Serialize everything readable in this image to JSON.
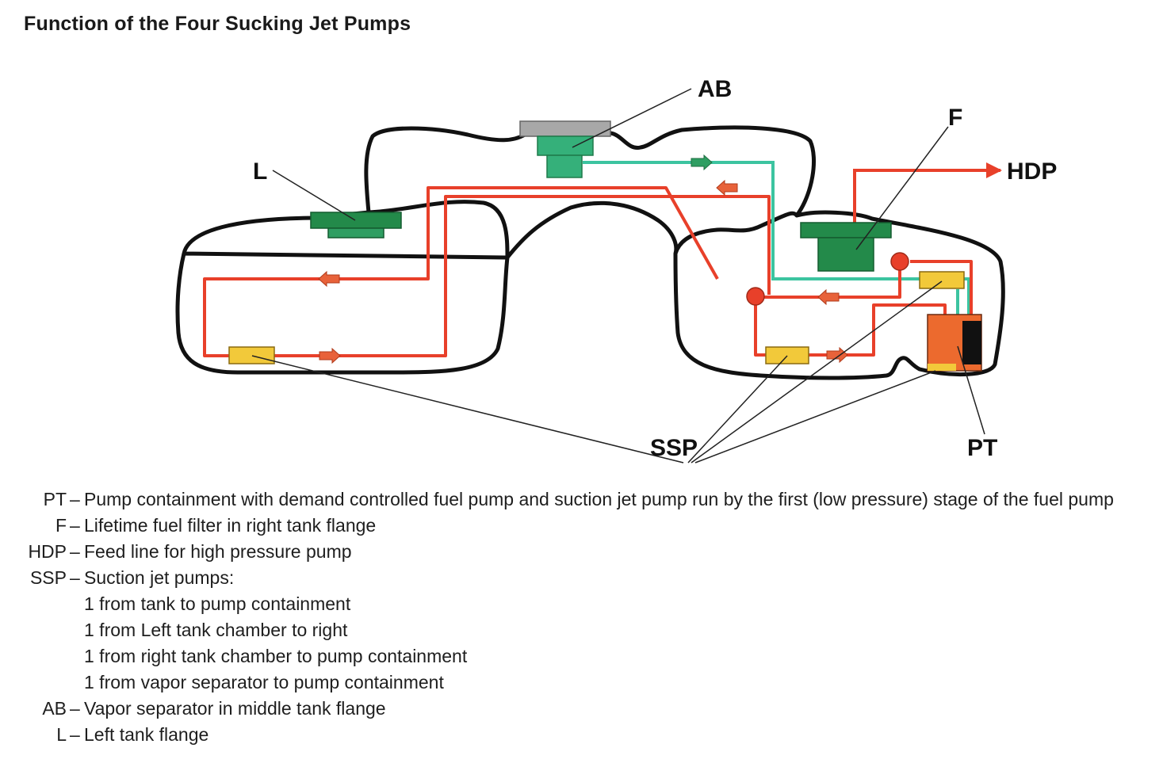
{
  "title": "Function of the Four Sucking Jet Pumps",
  "callouts": {
    "ab": "AB",
    "f": "F",
    "l": "L",
    "hdp": "HDP",
    "ssp": "SSP",
    "pt": "PT"
  },
  "colors": {
    "outline": "#111111",
    "fuel_line": "#e8402a",
    "vapor_line": "#3cc4a0",
    "flange_dark": "#238a4a",
    "flange_mid": "#2f9e62",
    "flange_light": "#35b07a",
    "jet_pump": "#f2c93a",
    "pump_containment": "#ec6a2e",
    "arrow": "#e8623a",
    "cap_grey": "#a8a8a8"
  },
  "legend": [
    {
      "abbr": "PT",
      "text": "Pump containment with demand controlled fuel pump and suction jet pump run by the first (low pressure) stage of the fuel pump"
    },
    {
      "abbr": "F",
      "text": "Lifetime fuel filter in right tank flange"
    },
    {
      "abbr": "HDP",
      "text": "Feed line for high pressure  pump"
    },
    {
      "abbr": "SSP",
      "text": "Suction jet pumps:"
    },
    {
      "abbr": "",
      "text": "1 from tank to pump containment",
      "sub": true
    },
    {
      "abbr": "",
      "text": "1 from Left tank chamber to right",
      "sub": true
    },
    {
      "abbr": "",
      "text": "1 from right tank chamber to pump containment",
      "sub": true
    },
    {
      "abbr": "",
      "text": "1 from vapor separator to pump containment",
      "sub": true
    },
    {
      "abbr": "AB",
      "text": "Vapor separator in middle tank flange"
    },
    {
      "abbr": "L",
      "text": "Left tank flange"
    }
  ]
}
